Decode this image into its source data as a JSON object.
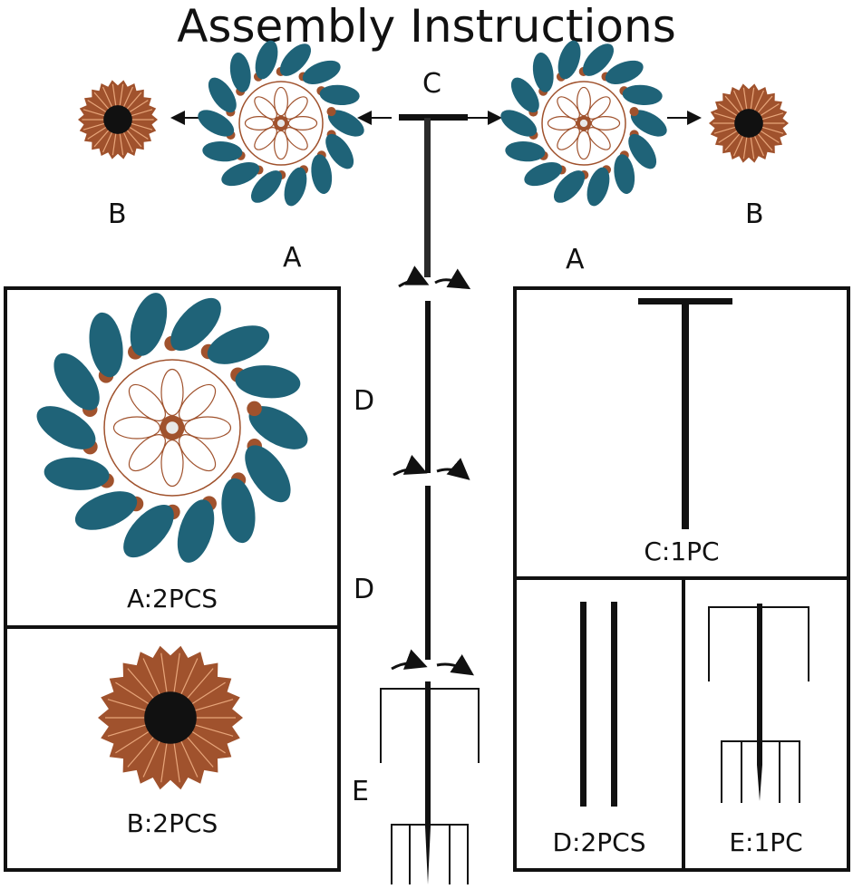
{
  "title": "Assembly Instructions",
  "top_labels": {
    "c": "C",
    "b_left": "B",
    "a_left": "A",
    "b_right": "B",
    "a_right": "A"
  },
  "pole_labels": {
    "d_upper": "D",
    "d_lower": "D",
    "e": "E"
  },
  "parts": {
    "a": "A:2PCS",
    "b": "B:2PCS",
    "c": "C:1PC",
    "d": "D:2PCS",
    "e": "E:1PC"
  },
  "colors": {
    "teal": "#1f6378",
    "copper": "#a0522d",
    "dark": "#111111"
  }
}
